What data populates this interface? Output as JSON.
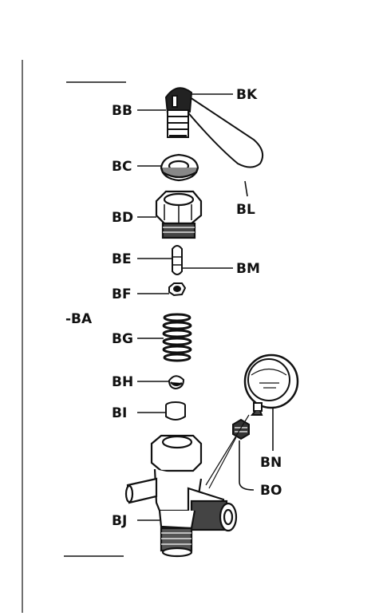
{
  "labels": {
    "ba": "-BA",
    "bb": "BB",
    "bc": "BC",
    "bd": "BD",
    "be": "BE",
    "bf": "BF",
    "bg": "BG",
    "bh": "BH",
    "bi": "BI",
    "bj": "BJ",
    "bk": "BK",
    "bl": "BL",
    "bm": "BM",
    "bn": "BN",
    "bo": "BO"
  },
  "colors": {
    "ink": "#111111",
    "paper": "#ffffff",
    "shade": "#3a3a3a"
  }
}
